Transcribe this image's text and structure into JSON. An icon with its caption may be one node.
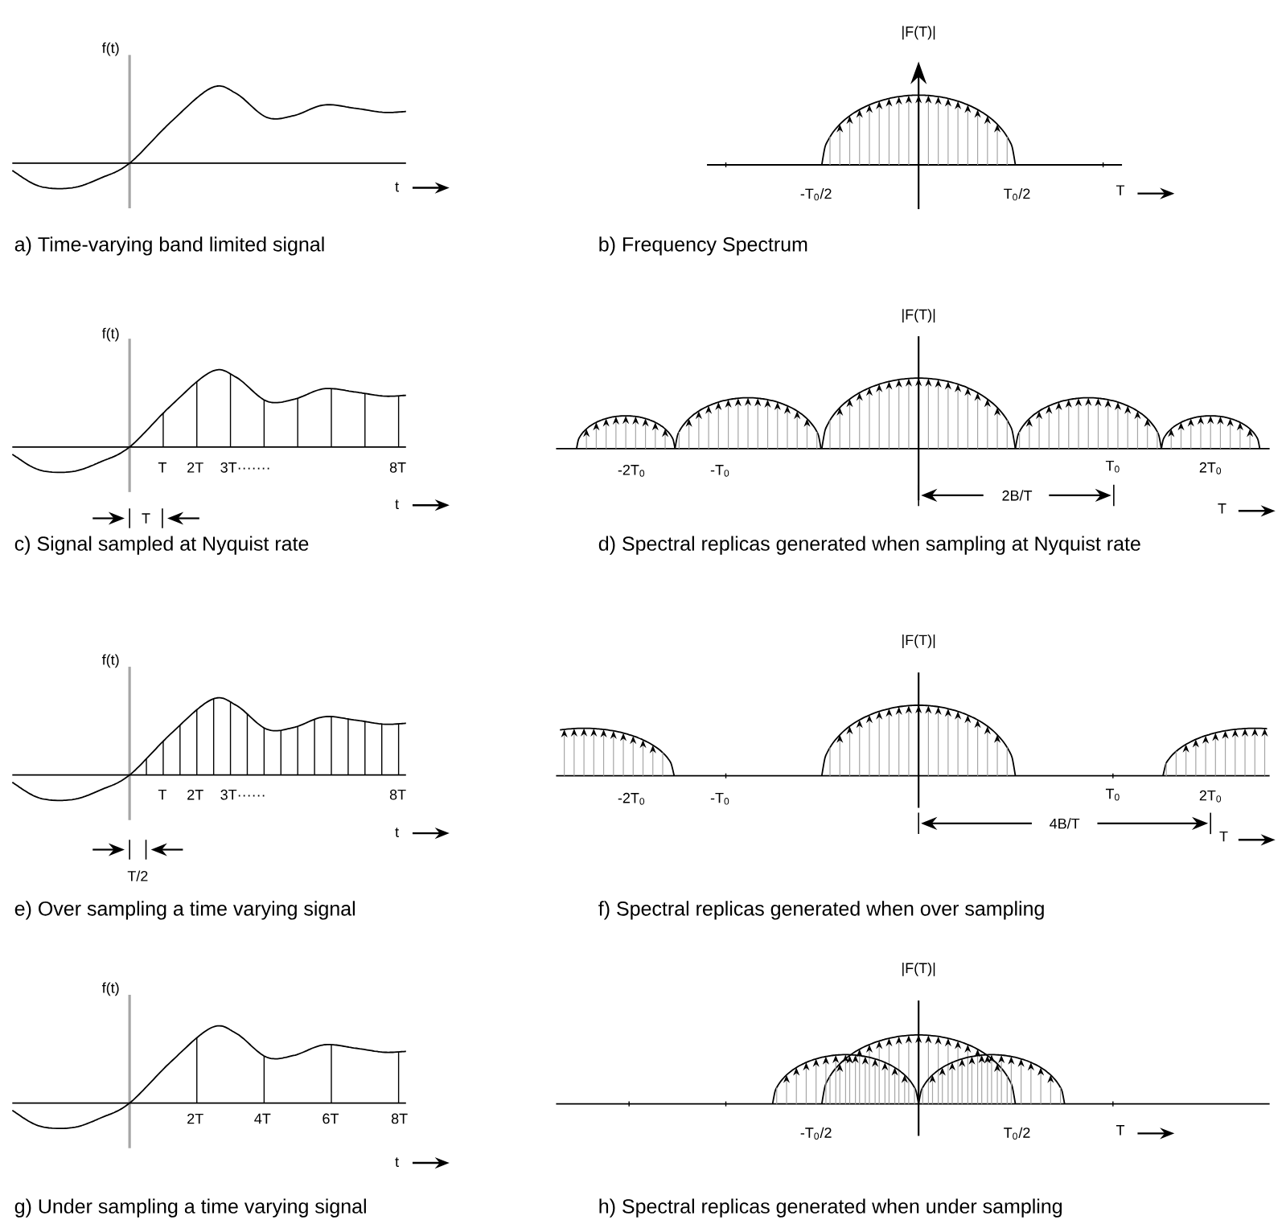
{
  "diagram": {
    "labels": [
      "f(t)",
      "t",
      "a) Time-varying band limited signal",
      "|F(T)|",
      "-T$_{0}$/2",
      "T$_{0}$/2",
      "T",
      "b) Frequency Spectrum",
      "f(t)",
      "T",
      "2T",
      "3T·······",
      "8T",
      "t",
      "T",
      "c) Signal sampled at Nyquist rate",
      "|F(T)|",
      "-2T$_{0}$",
      "-T$_{0}$",
      "T$_{0}$",
      "2T$_{0}$",
      "2B/T",
      "T",
      "d) Spectral replicas generated when sampling at Nyquist rate",
      "f(t)",
      "T",
      "2T",
      "3T······",
      "8T",
      "t",
      "T/2",
      "e) Over sampling a time varying signal",
      "|F(T)|",
      "-2T$_{0}$",
      "-T$_{0}$",
      "T$_{0}$",
      "2T$_{0}$",
      "4B/T",
      "T",
      "f) Spectral replicas generated when over sampling",
      "f(t)",
      "2T",
      "4T",
      "6T",
      "8T",
      "t",
      "g) Under sampling a time varying signal",
      "|F(T)|",
      "-T$_{0}$/2",
      "T$_{0}$/2",
      "T",
      "h) Spectral replicas generated when under sampling"
    ]
  }
}
